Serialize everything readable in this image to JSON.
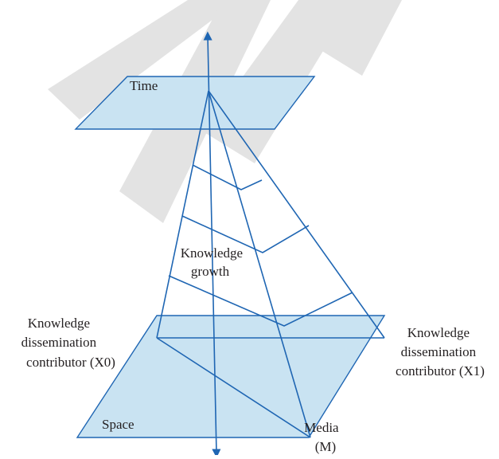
{
  "labels": {
    "time": "Time",
    "space": "Space",
    "knowledge_growth": [
      "Knowledge",
      "growth"
    ],
    "contributor_x0": [
      "Knowledge",
      "dissemination",
      "contributor (X0)"
    ],
    "contributor_x1": [
      "Knowledge",
      "dissemination",
      "contributor (X1)"
    ],
    "media": [
      "Media",
      "(M)"
    ]
  },
  "colors": {
    "line": "#1f66b3",
    "plane_fill": "#c9e3f2",
    "watermark": "#e3e3e3",
    "text": "#231f20"
  }
}
